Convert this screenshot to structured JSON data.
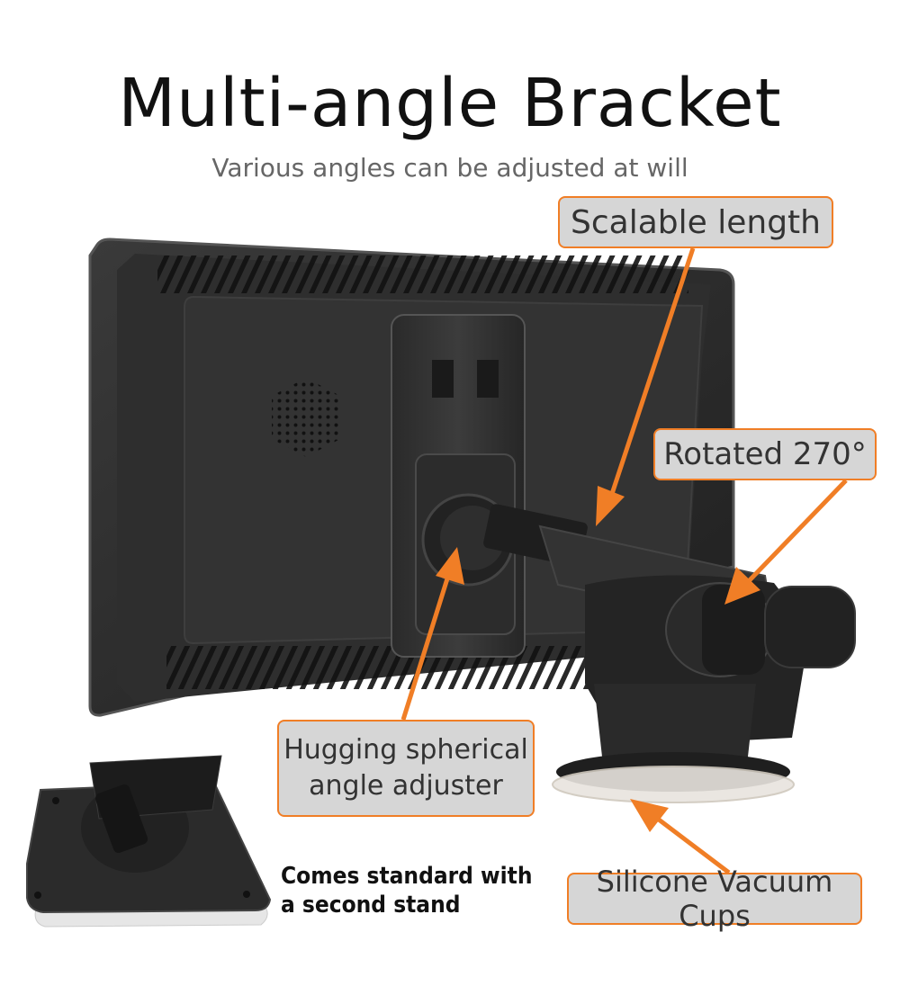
{
  "header": {
    "title": "Multi-angle Bracket",
    "subtitle": "Various angles can be adjusted at will"
  },
  "callouts": {
    "scalable": "Scalable length",
    "rotated": "Rotated 270°",
    "hugging_line1": "Hugging spherical",
    "hugging_line2": "angle adjuster",
    "silicone": "Silicone Vacuum Cups"
  },
  "note": {
    "line1": "Comes standard with",
    "line2": "a second stand"
  },
  "colors": {
    "accent": "#f07e26",
    "callout_bg": "#d6d6d6",
    "device": "#2b2b2b"
  }
}
